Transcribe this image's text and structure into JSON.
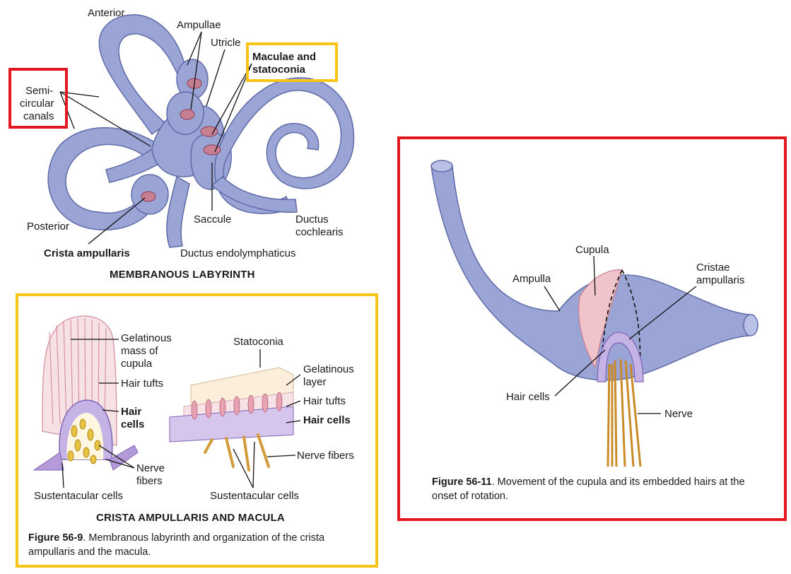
{
  "colors": {
    "tissue": "#9aa5d6",
    "tissue_dark": "#5f6aa8",
    "pink": "#e9b6bf",
    "purple": "#a58fcf",
    "nerve": "#d39b3a",
    "red_frame": "#e3171f",
    "gold_frame": "#f7c518"
  },
  "labyrinth": {
    "anterior": "Anterior",
    "ampullae": "Ampullae",
    "utricle": "Utricle",
    "maculae_line1": "Maculae and",
    "maculae_line2": "statoconia",
    "semi_line1": "Semi-",
    "semi_line2": "circular",
    "semi_line3": "canals",
    "posterior": "Posterior",
    "saccule": "Saccule",
    "ductus_cochlearis_1": "Ductus",
    "ductus_cochlearis_2": "cochlearis",
    "crista": "Crista ampullaris",
    "endolymph": "Ductus endolymphaticus",
    "title": "MEMBRANOUS LABYRINTH"
  },
  "crista_macula": {
    "gel1": "Gelatinous",
    "gel2": "mass of",
    "gel3": "cupula",
    "hair_tufts_left": "Hair tufts",
    "hair_cells_left_1": "Hair",
    "hair_cells_left_2": "cells",
    "nerve_fibers_left_1": "Nerve",
    "nerve_fibers_left_2": "fibers",
    "sust_left": "Sustentacular cells",
    "statoconia": "Statoconia",
    "gel_layer_1": "Gelatinous",
    "gel_layer_2": "layer",
    "hair_tufts_right": "Hair tufts",
    "hair_cells_right": "Hair cells",
    "nerve_fibers_right": "Nerve fibers",
    "sust_right": "Sustentacular cells",
    "title": "CRISTA AMPULLARIS AND MACULA",
    "caption_num": "Figure 56-9",
    "caption_text": ". Membranous labyrinth and organization of the crista ampullaris and the macula."
  },
  "ampulla_fig": {
    "cupula": "Cupula",
    "ampulla": "Ampulla",
    "cristae_1": "Cristae",
    "cristae_2": "ampullaris",
    "hair_cells": "Hair cells",
    "nerve": "Nerve",
    "caption_num": "Figure 56-11",
    "caption_text": ". Movement of the cupula and its embedded hairs at the onset of rotation."
  }
}
